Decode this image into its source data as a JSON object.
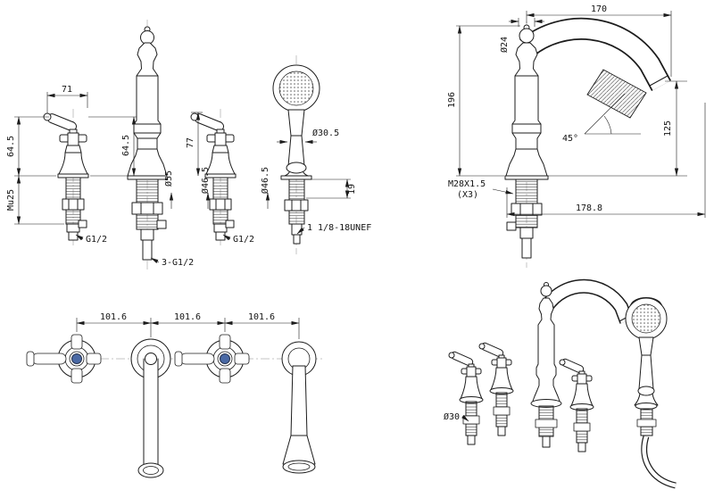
{
  "colors": {
    "line": "#1c1c1c",
    "accent_blue": "#4a69a5"
  },
  "views": {
    "front": {
      "dims": {
        "lever_width": "71",
        "h_left": "64.5",
        "deck_max": "Mu25",
        "h_mid": "64.5",
        "h_right": "77",
        "dia_spout_base": "Ø55",
        "dia_handle_base_1": "Ø46.5",
        "dia_handle_base_2": "Ø46.5",
        "dia_shower": "Ø30.5",
        "cradle_h": "19",
        "hose_thread": "1 1/8-18UNEF",
        "inlet_1": "G1/2",
        "inlet_center": "3-G1/2",
        "inlet_2": "G1/2"
      }
    },
    "side": {
      "dims": {
        "reach_top": "170",
        "dia_tube": "Ø24",
        "height": "196",
        "outlet_height": "125",
        "angle": "45°",
        "mount_thread": "M28X1.5",
        "mount_thread_qty": "(X3)",
        "reach_total": "178.8"
      }
    },
    "top": {
      "spacing": [
        "101.6",
        "101.6",
        "101.6"
      ]
    },
    "perspective": {
      "dims": {
        "dia_shank": "Ø30"
      }
    }
  }
}
